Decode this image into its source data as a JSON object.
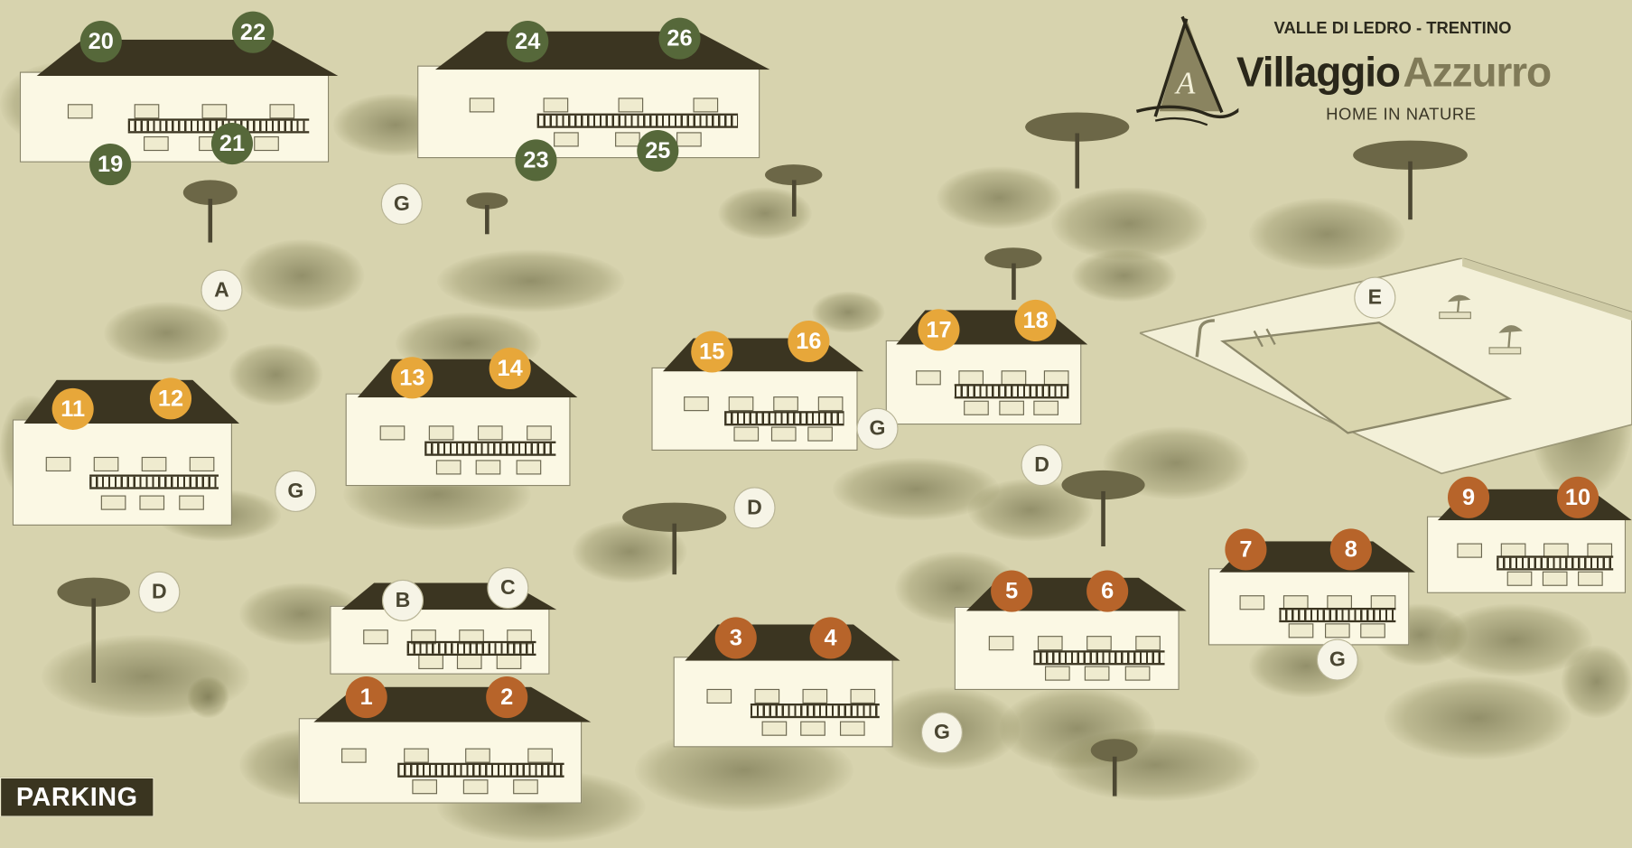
{
  "brand": {
    "region": "VALLE DI LEDRO - TRENTINO",
    "name_part1": "Villaggio",
    "name_part2": "Azzurro",
    "tagline": "HOME IN NATURE",
    "logo_letter": "A"
  },
  "parking_label": "PARKING",
  "colors": {
    "background": "#d7d3ae",
    "marker_green": "#56683a",
    "marker_yellow": "#e7a73a",
    "marker_orange": "#b7642a",
    "roof": "#3b3521"
  },
  "markers": {
    "green": [
      "20",
      "22",
      "24",
      "26",
      "19",
      "21",
      "23",
      "25"
    ],
    "yellow": [
      "11",
      "12",
      "13",
      "14",
      "15",
      "16",
      "17",
      "18"
    ],
    "orange": [
      "1",
      "2",
      "3",
      "4",
      "5",
      "6",
      "7",
      "8",
      "9",
      "10"
    ],
    "letters": [
      "G",
      "A",
      "E",
      "G",
      "D",
      "G",
      "D",
      "D",
      "B",
      "C",
      "G",
      "G"
    ]
  }
}
